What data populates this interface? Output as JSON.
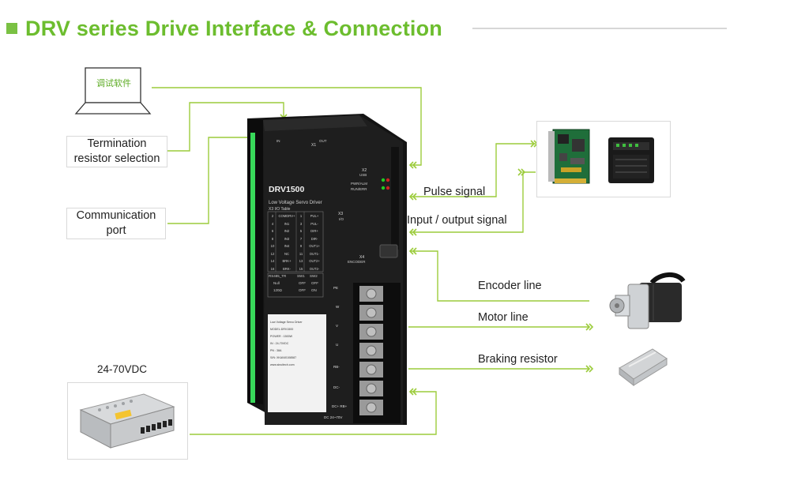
{
  "title": "DRV series  Drive Interface & Connection",
  "labels": {
    "debug_software": "调试软件",
    "termination": "Termination resistor selection",
    "termination_l1": "Termination",
    "termination_l2": "resistor selection",
    "communication_l1": "Communication",
    "communication_l2": "port",
    "pulse": "Pulse signal",
    "io": "Input / output signal",
    "encoder": "Encoder line",
    "motor": "Motor line",
    "braking": "Braking resistor",
    "power_supply": "24-70VDC"
  },
  "driver": {
    "model": "DRV1500",
    "subtitle": "Low Voltage Servo Driver",
    "io_table": "X3 I/O Table",
    "x1": "X1",
    "x2": "X2",
    "usb": "USB",
    "pwr_alm": "PWR/ALM",
    "run_err": "RUN/ERR",
    "x3": "X3",
    "io_short": "I/O",
    "x4": "X4",
    "encoder": "ENCODER",
    "in_lbl": "IN",
    "out_lbl": "OUT",
    "rs485_tr": "RS485_TR",
    "sw1": "SW1",
    "sw2": "SW2",
    "null": "Null",
    "off": "OFF",
    "on": "ON",
    "ohm": "120Ω",
    "terminals": [
      "PE",
      "W",
      "V",
      "U",
      "RB-",
      "DC-",
      "DC+ RB+"
    ],
    "dc_range": "DC 24~70V",
    "io_rows": [
      [
        "2",
        "COMDRV+",
        "1",
        "PUL+"
      ],
      [
        "4",
        "IN1",
        "3",
        "PUL-"
      ],
      [
        "6",
        "IN2",
        "5",
        "DIR+"
      ],
      [
        "8",
        "IN3",
        "7",
        "DIR-"
      ],
      [
        "10",
        "IN4",
        "9",
        "OUT1+"
      ],
      [
        "12",
        "NC",
        "11",
        "OUT1-"
      ],
      [
        "14",
        "BRK+",
        "13",
        "OUT2+"
      ],
      [
        "16",
        "BRK-",
        "15",
        "OUT2-"
      ]
    ],
    "label_sticker": {
      "head": "Low Voltage Servo Driver",
      "model": "MODEL:DRV1500",
      "power": "POWER : 1500W",
      "input": "IN : 24-70VDC",
      "pn": "PN : 38A",
      "sn": "S/N: XKA040108587",
      "web": "www.sinuitech.com"
    }
  },
  "colors": {
    "accent_green": "#6cbd2e",
    "connector_line": "#9ccc3c",
    "driver_body": "#1c1c1c",
    "driver_stripe": "#38d95a"
  }
}
